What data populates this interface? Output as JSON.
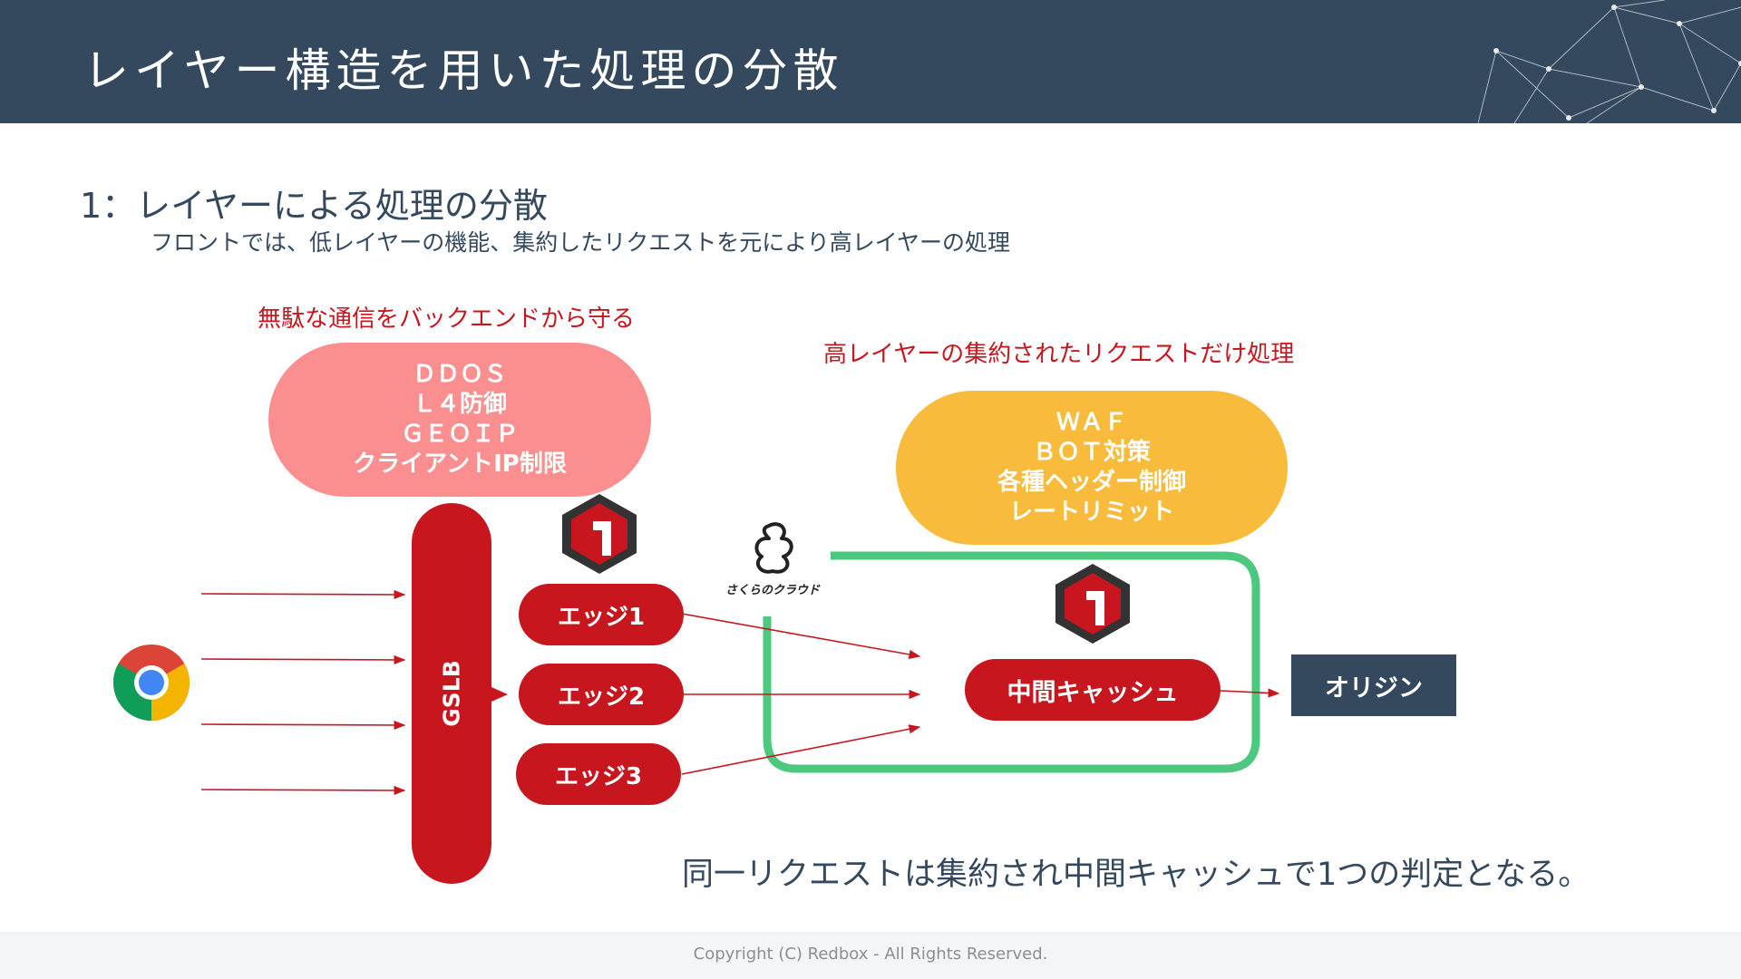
{
  "header": {
    "title": "レイヤー構造を用いた処理の分散"
  },
  "section": {
    "heading": "1：レイヤーによる処理の分散",
    "description": "フロントでは、低レイヤーの機能、集約したリクエストを元により高レイヤーの処理"
  },
  "notes": {
    "left": "無駄な通信をバックエンドから守る",
    "right": "高レイヤーの集約されたリクエストだけ処理"
  },
  "front_layer": {
    "lines": [
      "ＤＤＯＳ",
      "Ｌ４防御",
      "ＧＥＯＩＰ",
      "クライアントIP制限"
    ]
  },
  "upper_layer": {
    "lines": [
      "ＷＡＦ",
      "ＢＯＴ対策",
      "各種ヘッダー制御",
      "レートリミット"
    ]
  },
  "gslb": {
    "label": "GSLB"
  },
  "edges": [
    {
      "label": "エッジ1"
    },
    {
      "label": "エッジ2"
    },
    {
      "label": "エッジ3"
    }
  ],
  "mid_cache": {
    "label": "中間キャッシュ"
  },
  "origin": {
    "label": "オリジン"
  },
  "sakura": {
    "logo_text": "さくらのクラウド"
  },
  "summary": "同一リクエストは集約され中間キャッシュで1つの判定となる。",
  "footer": {
    "copyright": "Copyright (C) Redbox - All Rights Reserved."
  },
  "colors": {
    "header_bg": "#34495e",
    "accent_red": "#c8161e",
    "pink": "#fb8f8f",
    "yellow": "#f8bb3b",
    "green_outline": "#4cc87f"
  },
  "icons": [
    "chrome-icon",
    "redbox-logo-icon",
    "sakura-cloud-logo-icon",
    "network-decoration-icon"
  ]
}
